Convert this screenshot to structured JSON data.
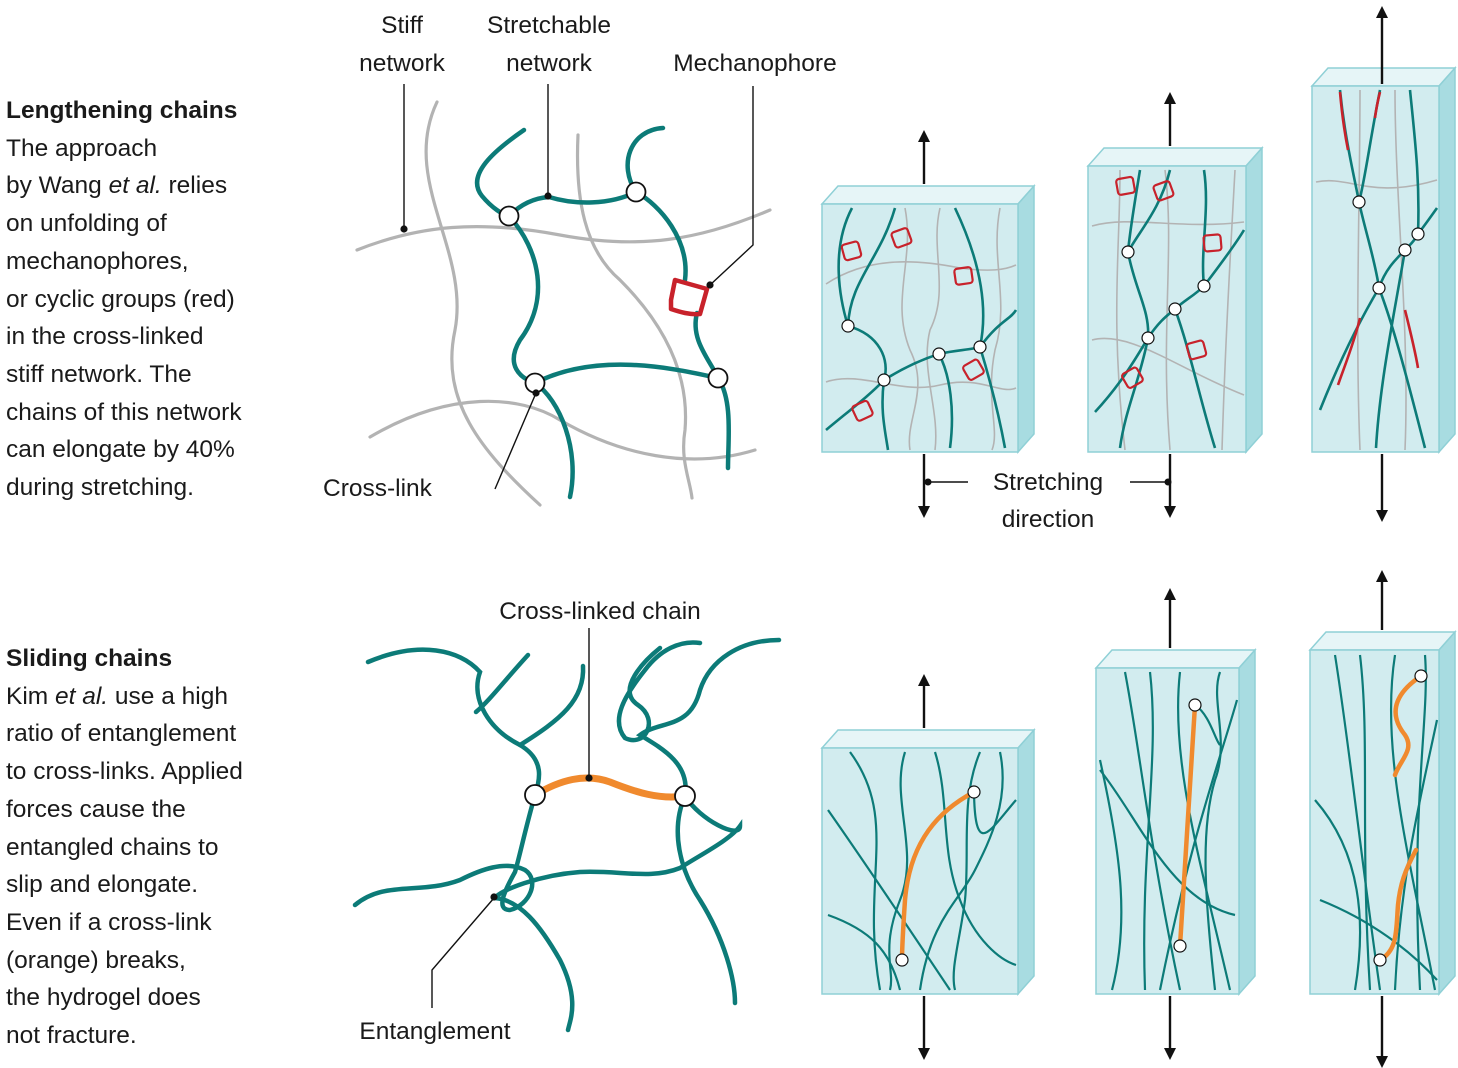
{
  "top": {
    "heading": "Lengthening chains",
    "body_lines": [
      "The approach",
      [
        "by Wang ",
        "et al.",
        " relies"
      ],
      "on unfolding of",
      "mechanophores,",
      "or cyclic groups (red)",
      "in the cross-linked",
      "stiff network. The",
      "chains of this network",
      "can elongate by 40%",
      "during stretching."
    ],
    "labels": {
      "stiff_1": "Stiff",
      "stiff_2": "network",
      "stretch_1": "Stretchable",
      "stretch_2": "network",
      "mechanophore": "Mechanophore",
      "crosslink": "Cross-link",
      "dir_1": "Stretching",
      "dir_2": "direction"
    }
  },
  "bottom": {
    "heading": "Sliding chains",
    "body_lines": [
      [
        "Kim ",
        "et al.",
        " use a high"
      ],
      "ratio of entanglement",
      "to cross-links. Applied",
      "forces cause the",
      "entangled chains to",
      "slip and elongate.",
      "Even if a cross-link",
      "(orange) breaks,",
      "the hydrogel does",
      "not fracture."
    ],
    "labels": {
      "crosslinked_chain": "Cross-linked chain",
      "entanglement": "Entanglement"
    }
  },
  "colors": {
    "teal": "#0c7b78",
    "gray": "#b3b3b3",
    "red": "#c8222b",
    "orange": "#f08a2e",
    "block_face": "#d2ecef",
    "block_edge": "#a8dce1",
    "block_outline": "#8fd0d6"
  }
}
